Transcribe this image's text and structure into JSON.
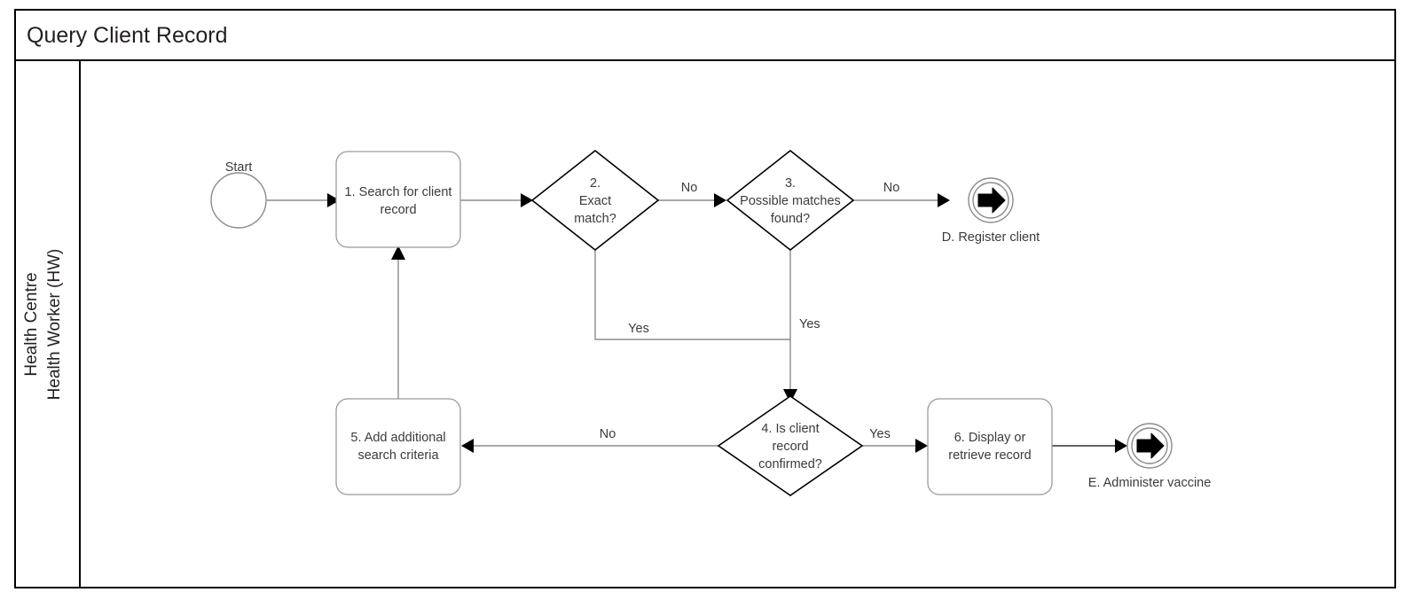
{
  "pool": {
    "title": "Query Client Record",
    "lane": {
      "line1": "Health Centre",
      "line2": "Health Worker (HW)"
    }
  },
  "diagram": {
    "type": "bpmn-flowchart",
    "start_event": {
      "id": "start",
      "label": "Start",
      "shape": "circle"
    },
    "tasks": [
      {
        "id": "task1",
        "line1": "1. Search for client",
        "line2": "record"
      },
      {
        "id": "task5",
        "line1": "5. Add additional",
        "line2": "search criteria"
      },
      {
        "id": "task6",
        "line1": "6. Display or",
        "line2": "retrieve record"
      }
    ],
    "gateways": [
      {
        "id": "gw2",
        "line1": "2.",
        "line2": "Exact",
        "line3": "match?"
      },
      {
        "id": "gw3",
        "line1": "3.",
        "line2": "Possible matches",
        "line3": "found?"
      },
      {
        "id": "gw4",
        "line1": "4. Is client",
        "line2": "record",
        "line3": "confirmed?"
      }
    ],
    "link_events": [
      {
        "id": "eventD",
        "label": "D. Register client",
        "icon": "link-arrow-icon"
      },
      {
        "id": "eventE",
        "label": "E. Administer vaccine",
        "icon": "link-arrow-icon"
      }
    ],
    "edge_labels": {
      "gw2_no": "No",
      "gw2_yes": "Yes",
      "gw3_no": "No",
      "gw3_yes": "Yes",
      "gw4_no": "No",
      "gw4_yes": "Yes"
    }
  },
  "colors": {
    "frame": "#000000",
    "task_stroke": "#9a9a9a",
    "gateway_stroke": "#000000",
    "flow": "#8c8c8c",
    "text": "#3b3b3b",
    "background": "#ffffff"
  }
}
